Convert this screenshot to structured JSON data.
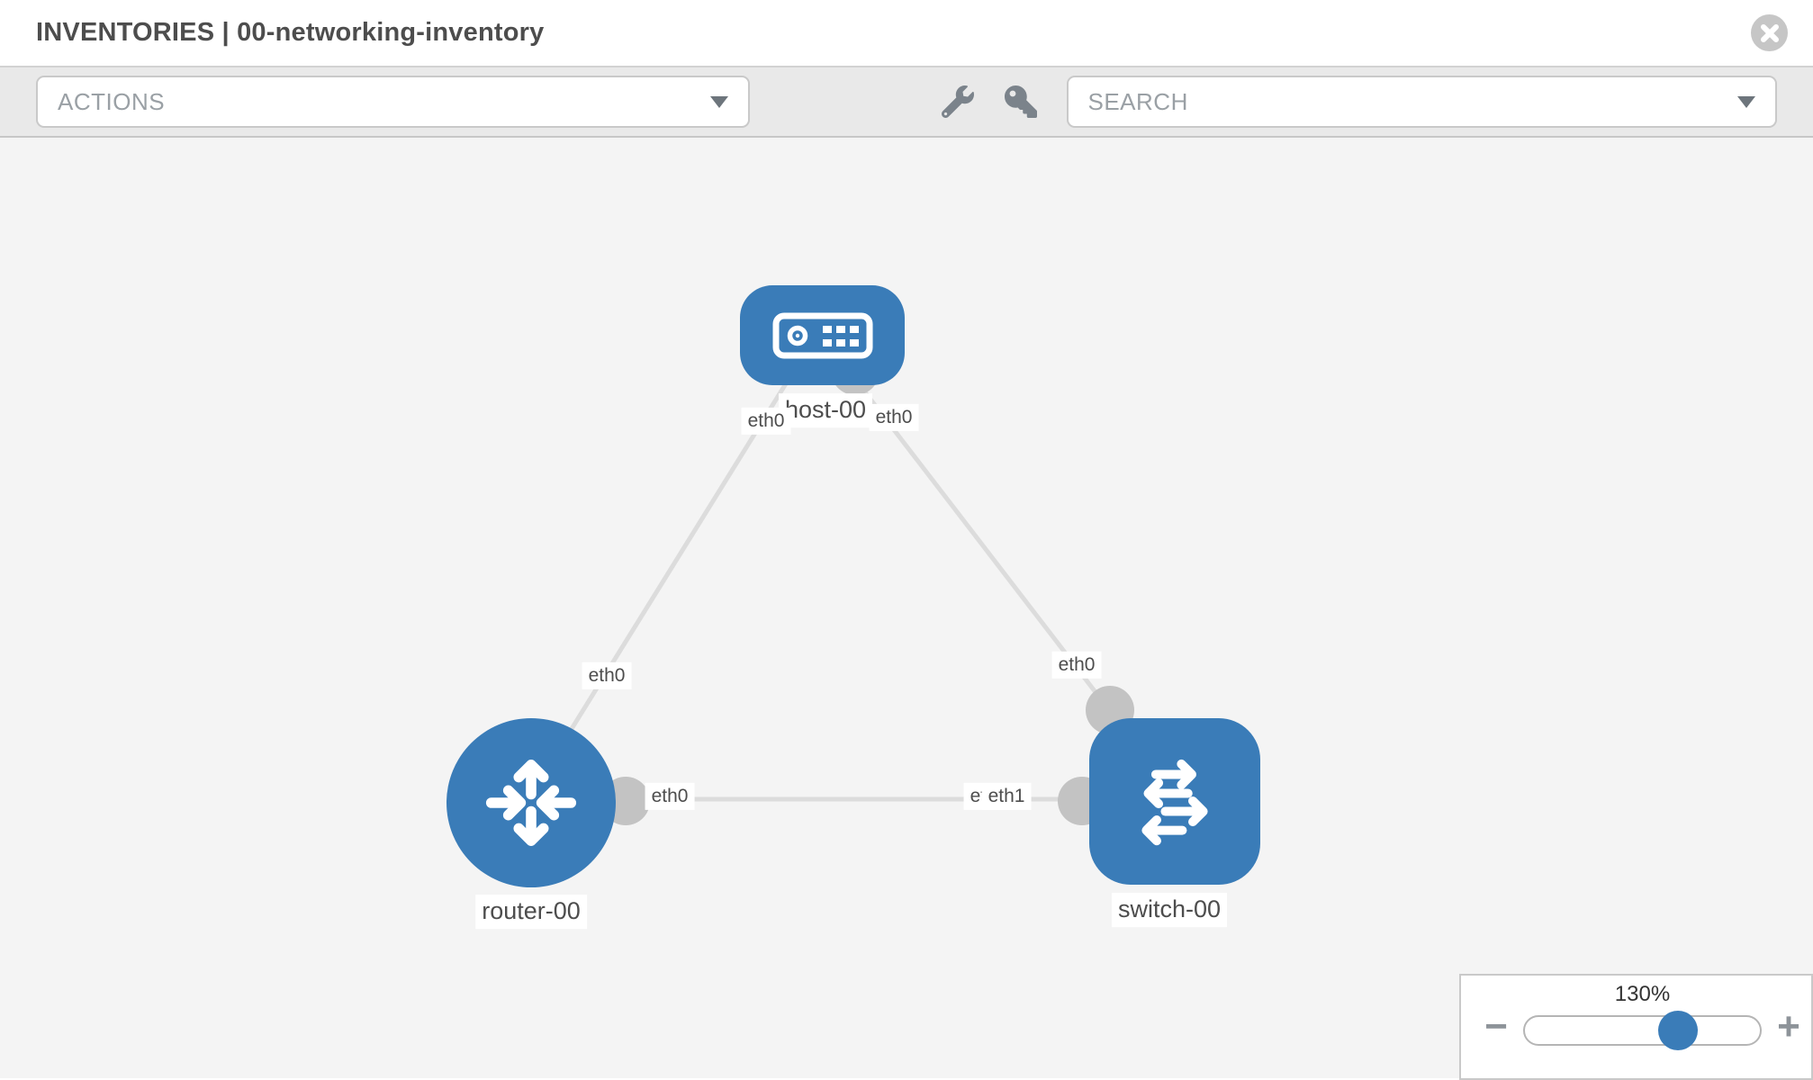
{
  "header": {
    "title": "INVENTORIES | 00-networking-inventory"
  },
  "toolbar": {
    "actions_label": "ACTIONS",
    "search_label": "SEARCH"
  },
  "topology": {
    "nodes": [
      {
        "id": "host-00",
        "type": "host",
        "label": "host-00"
      },
      {
        "id": "router-00",
        "type": "router",
        "label": "router-00"
      },
      {
        "id": "switch-00",
        "type": "switch",
        "label": "switch-00"
      }
    ],
    "links": [
      {
        "from": "host-00",
        "from_interface": "eth0",
        "to": "router-00",
        "to_interface": "eth0"
      },
      {
        "from": "host-00",
        "from_interface": "eth0",
        "to": "switch-00",
        "to_interface": "eth0"
      },
      {
        "from": "router-00",
        "from_interface": "eth0",
        "to": "switch-00",
        "to_interface": "eth1"
      }
    ],
    "labels": {
      "host": "host-00",
      "router": "router-00",
      "switch": "switch-00",
      "host_if_left": "eth0",
      "host_if_right": "eth0",
      "diag_left_if": "eth0",
      "diag_right_if": "eth0",
      "mid_left_if": "eth0",
      "mid_right_back_if": "eth0",
      "mid_right_front_if": "eth1"
    }
  },
  "zoom_control": {
    "level": "130%",
    "minus_label": "−",
    "plus_label": "+"
  },
  "colors": {
    "node_blue": "#3a7cb8",
    "link_gray": "#dcdcdc",
    "interface_gray": "#c3c3c3",
    "toolbar_gray": "#e9e9e9",
    "canvas_gray": "#f4f4f4",
    "label_text": "#4d4d4d"
  }
}
